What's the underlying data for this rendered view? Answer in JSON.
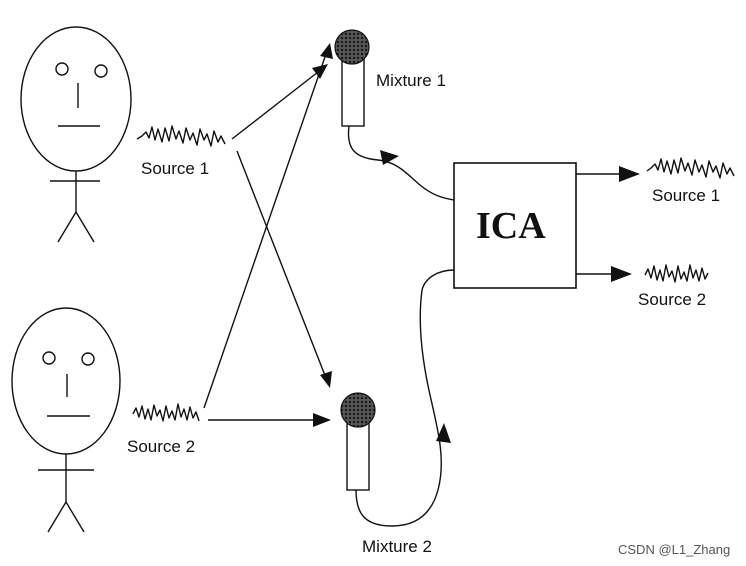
{
  "labels": {
    "source1_in": "Source 1",
    "source2_in": "Source 2",
    "mixture1": "Mixture 1",
    "mixture2": "Mixture 2",
    "ica": "ICA",
    "source1_out": "Source 1",
    "source2_out": "Source 2"
  },
  "watermark": "CSDN @L1_Zhang",
  "colors": {
    "stroke": "#111111",
    "background": "#ffffff"
  }
}
